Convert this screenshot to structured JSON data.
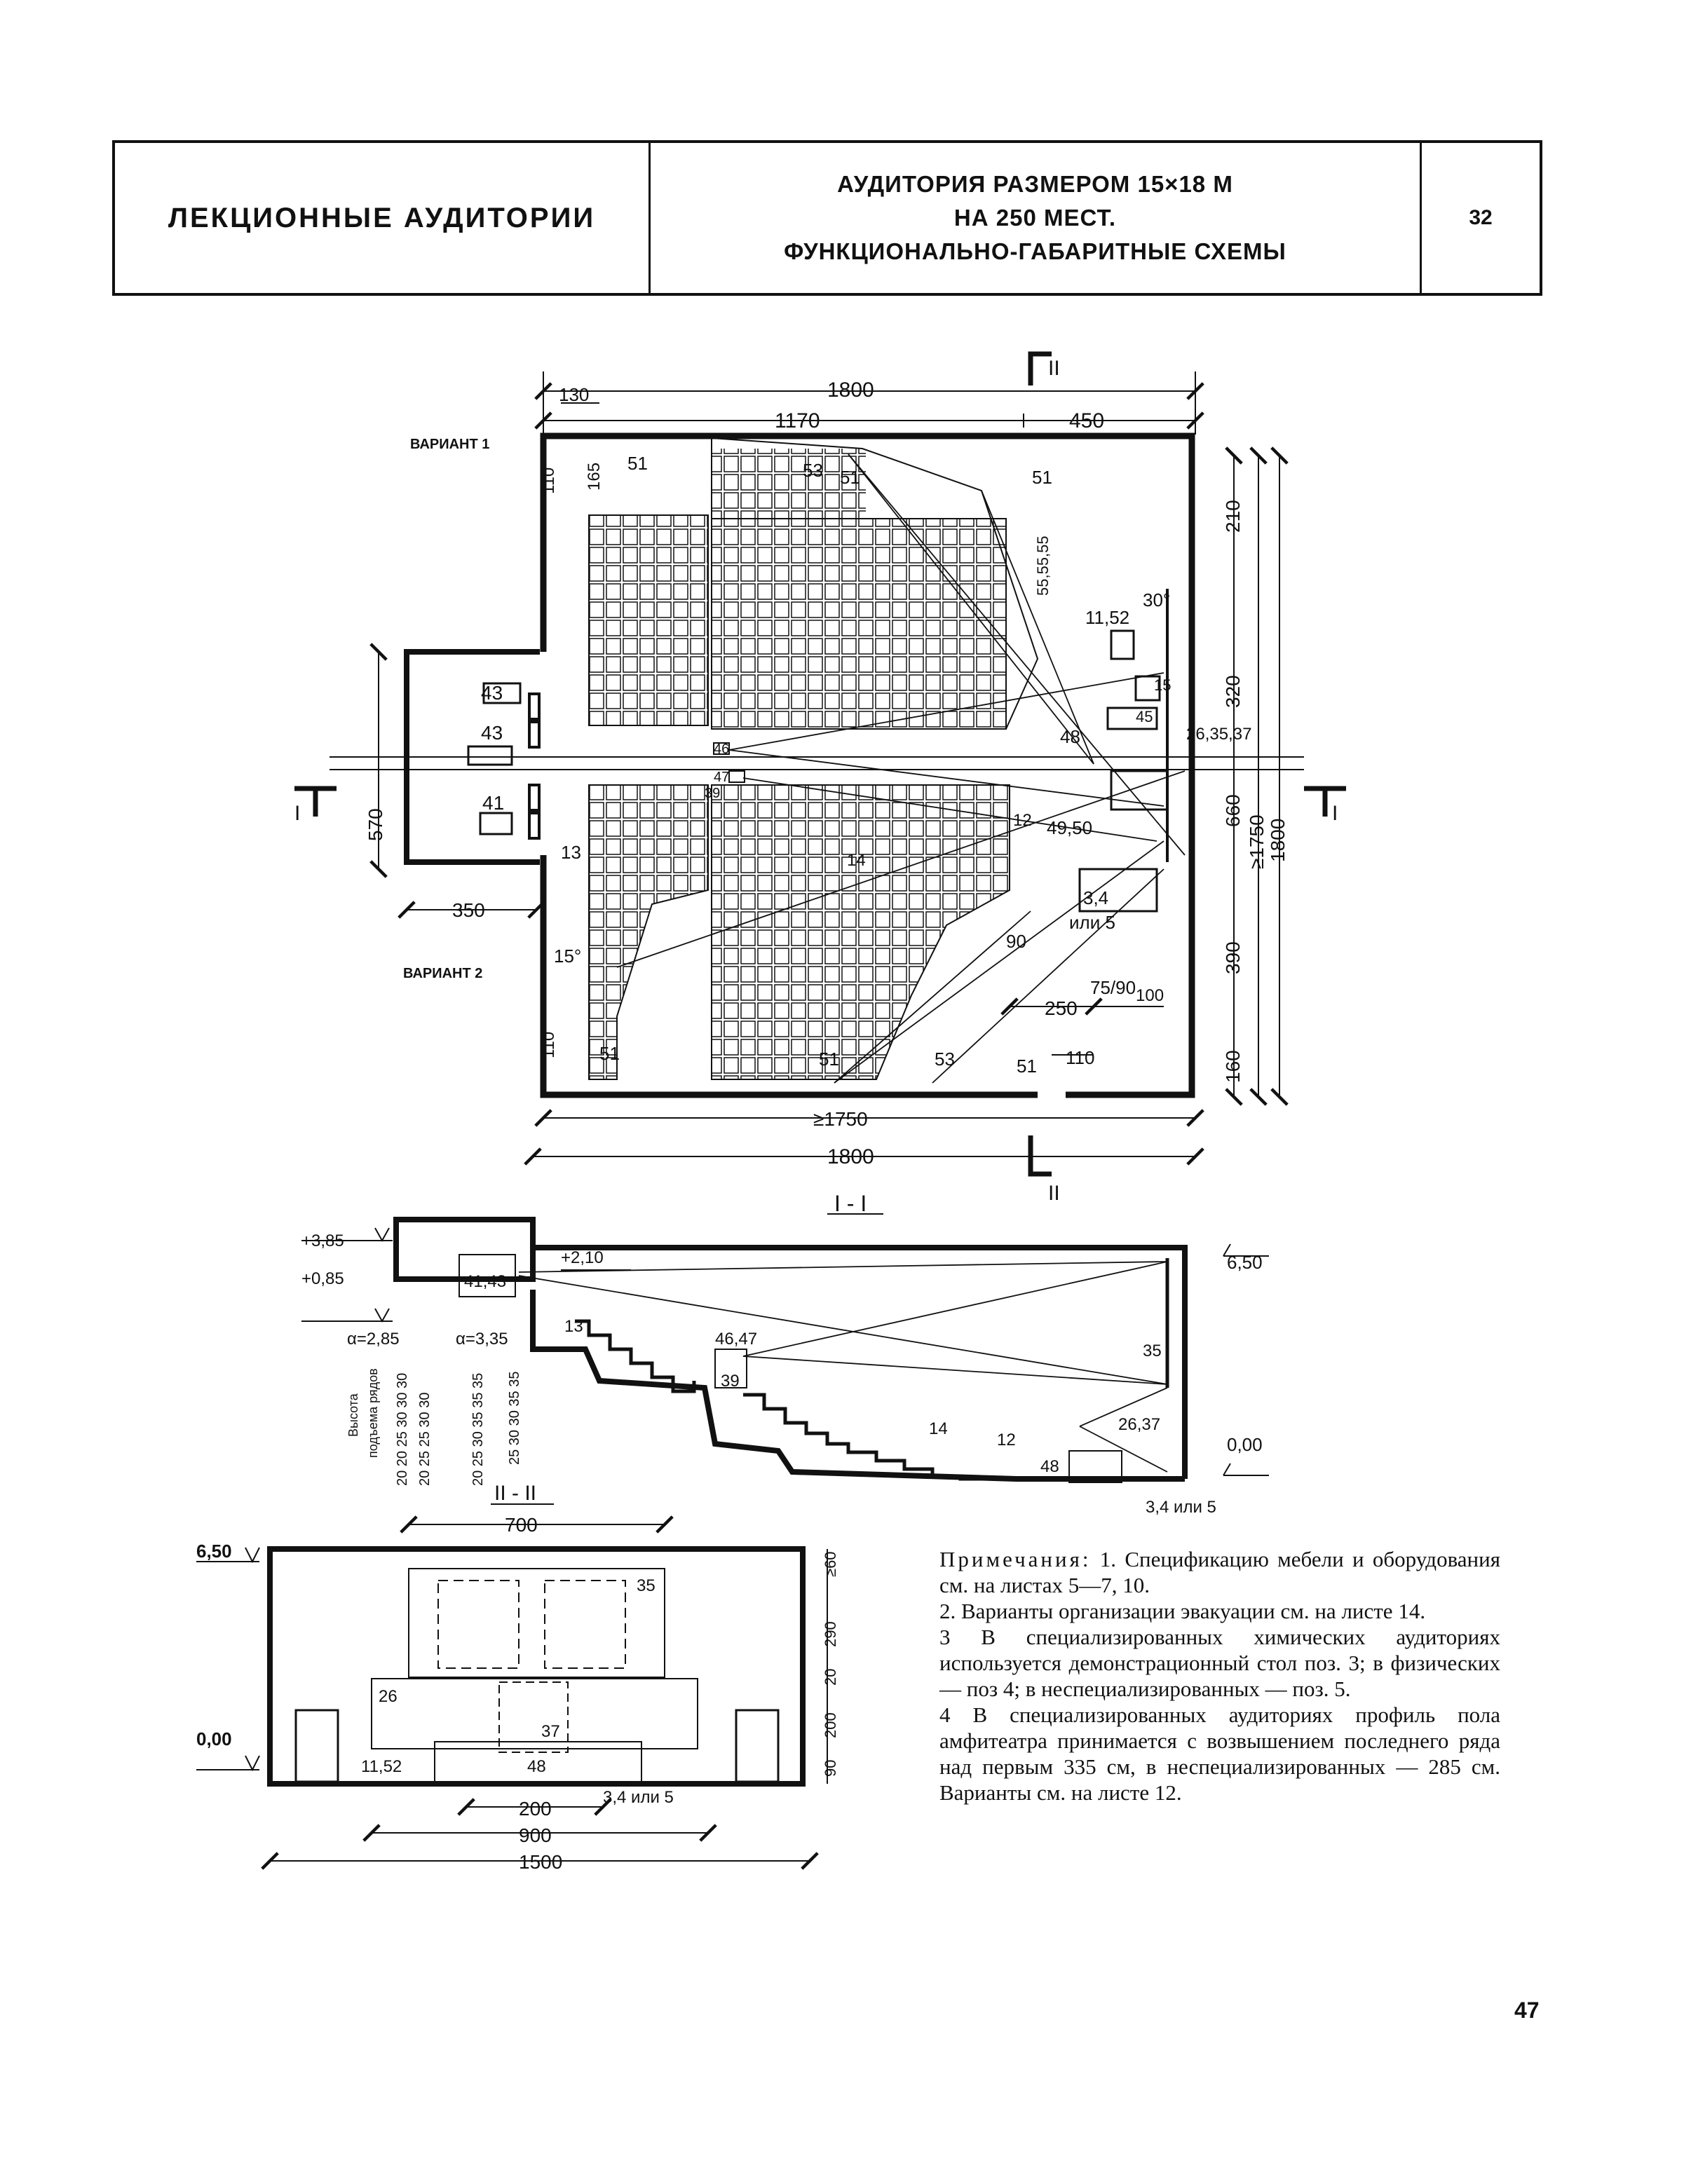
{
  "header": {
    "section_title": "ЛЕКЦИОННЫЕ АУДИТОРИИ",
    "sheet_title_lines": [
      "АУДИТОРИЯ РАЗМЕРОМ 15×18 М",
      "НА 250 МЕСТ.",
      "ФУНКЦИОНАЛЬНО-ГАБАРИТНЫЕ СХЕМЫ"
    ],
    "sheet_number": "32"
  },
  "plan": {
    "variant_1": "ВАРИАНТ 1",
    "variant_2": "ВАРИАНТ 2",
    "dims": {
      "top_total": "1800",
      "top_left": "130",
      "top_mid": "1170",
      "top_right": "450",
      "left_110a": "110",
      "left_165": "165",
      "left_570": "570",
      "left_350": "350",
      "left_110b": "110",
      "right_210": "210",
      "right_320": "320",
      "right_660": "660",
      "right_1750": "≥1750",
      "right_1800": "1800",
      "right_390": "390",
      "right_160": "160",
      "bottom_1750": "≥1750",
      "bottom_1800": "1800",
      "inner_250": "250",
      "inner_7590": "75/90",
      "inner_100": "100",
      "inner_110": "110",
      "inner_90": "90",
      "inner_55": "55,55,55"
    },
    "angles": {
      "a30": "30°",
      "a15": "15°"
    },
    "section_marks": {
      "II": "II",
      "I": "I"
    },
    "labels": {
      "l51": "51",
      "l53": "53",
      "l43": "43",
      "l41": "41",
      "l13": "13",
      "l14": "14",
      "l12": "12",
      "l46": "46",
      "l47": "47",
      "l39": "39",
      "l48": "48",
      "l45": "45",
      "l15": "15",
      "l1152": "11,52",
      "l263537": "26,35,37",
      "l4950": "49,50",
      "l34": "3,4",
      "l_ili5": "или 5"
    }
  },
  "section_1": {
    "title": "I - I",
    "elev_385": "+3,85",
    "elev_085": "+0,85",
    "elev_210": "+2,10",
    "elev_650": "6,50",
    "elev_000": "0,00",
    "alpha_285": "α=2,85",
    "alpha_335": "α=3,35",
    "rise_caption_1": "Высота",
    "rise_caption_2": "подъема рядов",
    "rise_cols": [
      "20 20 25 30 30 30",
      "20 25 25 30 30",
      "20 25 30 35 35 35",
      "25 30 30 35 35"
    ],
    "labels": {
      "l4143": "41,43",
      "l13": "13",
      "l4647": "46,47",
      "l39": "39",
      "l14": "14",
      "l12": "12",
      "l35": "35",
      "l2637": "26,37",
      "l48": "48",
      "l34": "3,4 или 5"
    }
  },
  "section_2": {
    "title": "II - II",
    "dim_700": "700",
    "dim_200": "200",
    "dim_900": "900",
    "dim_1500": "1500",
    "elev_650": "6,50",
    "elev_000": "0,00",
    "vdims": [
      "≥60",
      "290",
      "20",
      "200",
      "90"
    ],
    "labels": {
      "l35": "35",
      "l26": "26",
      "l37": "37",
      "l1152": "11,52",
      "l48": "48",
      "l34": "3,4 или 5"
    }
  },
  "notes": {
    "lead": "Примечания:",
    "n1": "1. Спецификацию мебели и оборудования см. на листах 5—7, 10.",
    "n2": "2. Варианты организации эвакуации см. на листе 14.",
    "n3": "3 В специализированных химических аудиториях используется демонстрационный стол поз. 3; в физических — поз 4; в неспециализированных — поз. 5.",
    "n4": "4 В специализированных аудиториях профиль пола амфитеатра принимается с возвышением последнего ряда над первым 335 см, в неспециализированных — 285 см. Варианты см. на листе 12."
  },
  "page_number": "47"
}
